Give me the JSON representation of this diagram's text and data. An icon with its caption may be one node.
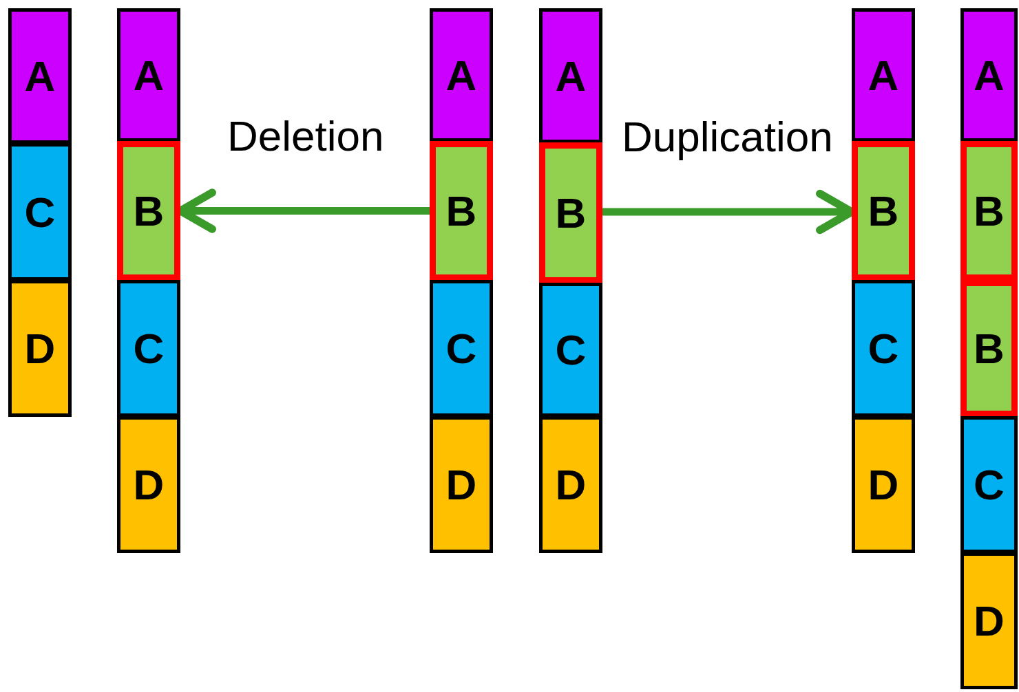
{
  "diagram": {
    "nodes": [
      {
        "text": [
          "A"
        ]
      },
      {
        "text": [
          "C"
        ]
      },
      {
        "text": [
          "D"
        ]
      },
      {
        "text": [
          "A"
        ]
      },
      {
        "text": [
          "B"
        ]
      },
      {
        "text": [
          "C"
        ]
      },
      {
        "text": [
          "D"
        ]
      },
      {
        "text": [
          "A"
        ]
      },
      {
        "text": [
          "B"
        ]
      },
      {
        "text": [
          "C"
        ]
      },
      {
        "text": [
          "D"
        ]
      },
      {
        "text": [
          "A"
        ]
      },
      {
        "text": [
          "B"
        ]
      },
      {
        "text": [
          "C"
        ]
      },
      {
        "text": [
          "D"
        ]
      },
      {
        "text": [
          "A"
        ]
      },
      {
        "text": [
          "B"
        ]
      },
      {
        "text": [
          "C"
        ]
      },
      {
        "text": [
          "D"
        ]
      },
      {
        "text": [
          "A"
        ]
      },
      {
        "text": [
          "B"
        ]
      },
      {
        "text": [
          "B"
        ]
      },
      {
        "text": [
          "C"
        ]
      },
      {
        "text": [
          "D"
        ]
      }
    ],
    "edges": [
      {
        "from": 8,
        "to": 4,
        "arrow": "to",
        "label": "Deletion"
      },
      {
        "from": 12,
        "to": 16,
        "arrow": "to",
        "label": "Duplication"
      }
    ]
  }
}
